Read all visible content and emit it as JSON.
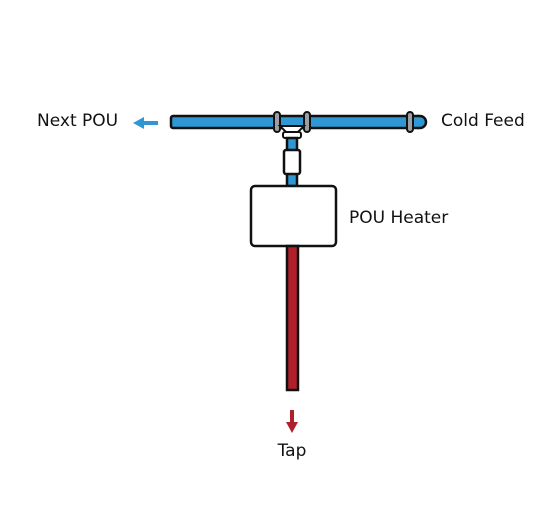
{
  "labels": {
    "next_pou": "Next POU",
    "cold_feed": "Cold Feed",
    "pou_heater": "POU Heater",
    "tap": "Tap"
  },
  "colors": {
    "cold_pipe": "#2f97d3",
    "hot_pipe": "#b0202a",
    "outline": "#111111",
    "arrow_cold": "#2f97d3",
    "arrow_hot": "#b0202a"
  },
  "icons": {
    "cold_arrow": "arrow-left-icon",
    "hot_arrow": "arrow-down-icon"
  }
}
